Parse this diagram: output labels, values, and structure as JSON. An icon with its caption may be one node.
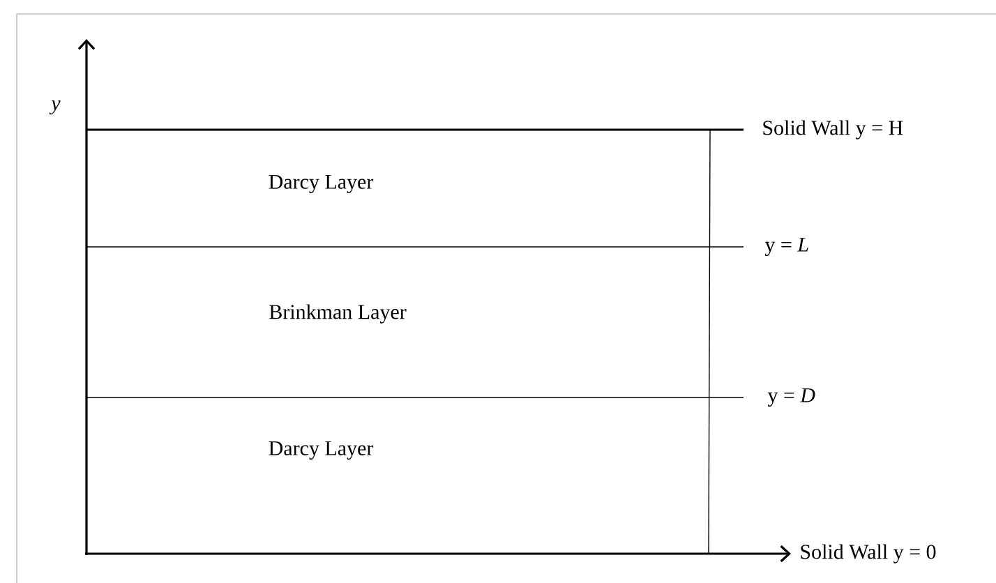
{
  "diagram": {
    "labels": [
      "y",
      "Solid Wall y = H",
      "Darcy Layer",
      "y = *L*",
      "Brinkman Layer",
      "y = *D*",
      "Darcy Layer",
      "Solid Wall y = 0"
    ]
  }
}
